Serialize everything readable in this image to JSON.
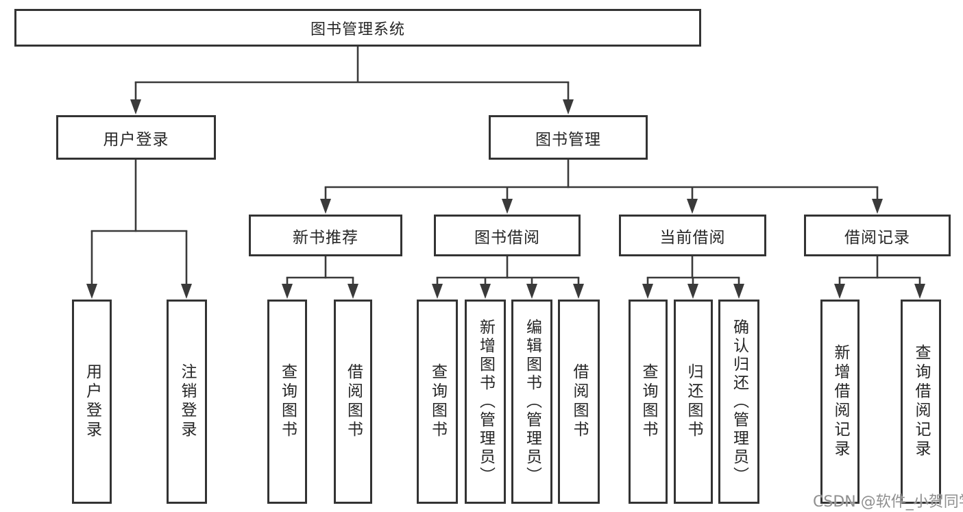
{
  "tree": {
    "root": "图书管理系统",
    "user_login": {
      "label": "用户登录",
      "children": [
        "用户登录",
        "注销登录"
      ]
    },
    "book_mgmt": {
      "label": "图书管理",
      "sections": [
        {
          "label": "新书推荐",
          "children": [
            "查询图书",
            "借阅图书"
          ]
        },
        {
          "label": "图书借阅",
          "children": [
            "查询图书",
            "新增图书（管理员）",
            "编辑图书（管理员）",
            "借阅图书"
          ]
        },
        {
          "label": "当前借阅",
          "children": [
            "查询图书",
            "归还图书",
            "确认归还（管理员）"
          ]
        },
        {
          "label": "借阅记录",
          "children": [
            "新增借阅记录",
            "查询借阅记录"
          ]
        }
      ]
    }
  },
  "watermark": "CSDN @软件_小贺同学",
  "colors": {
    "line": "#3a3a3a",
    "box_border": "#333333",
    "box_fill": "#ffffff",
    "text": "#262626",
    "watermark": "#8f8f8f"
  }
}
